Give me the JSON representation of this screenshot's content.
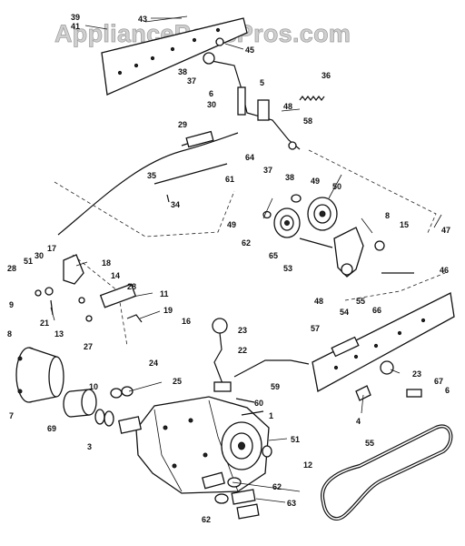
{
  "watermark": "AppliancePartsPros.com",
  "callouts": [
    "43",
    "39",
    "41",
    "38",
    "37",
    "45",
    "6",
    "30",
    "5",
    "48",
    "58",
    "36",
    "29",
    "64",
    "37",
    "38",
    "35",
    "34",
    "61",
    "49",
    "50",
    "49",
    "62",
    "65",
    "53",
    "8",
    "15",
    "47",
    "46",
    "28",
    "51",
    "30",
    "17",
    "18",
    "14",
    "28",
    "11",
    "19",
    "16",
    "21",
    "13",
    "9",
    "8",
    "27",
    "23",
    "22",
    "24",
    "25",
    "10",
    "69",
    "59",
    "7",
    "60",
    "3",
    "1",
    "51",
    "12",
    "55",
    "57",
    "4",
    "23",
    "67",
    "6",
    "62",
    "63",
    "62",
    "54",
    "55",
    "66",
    "48"
  ]
}
